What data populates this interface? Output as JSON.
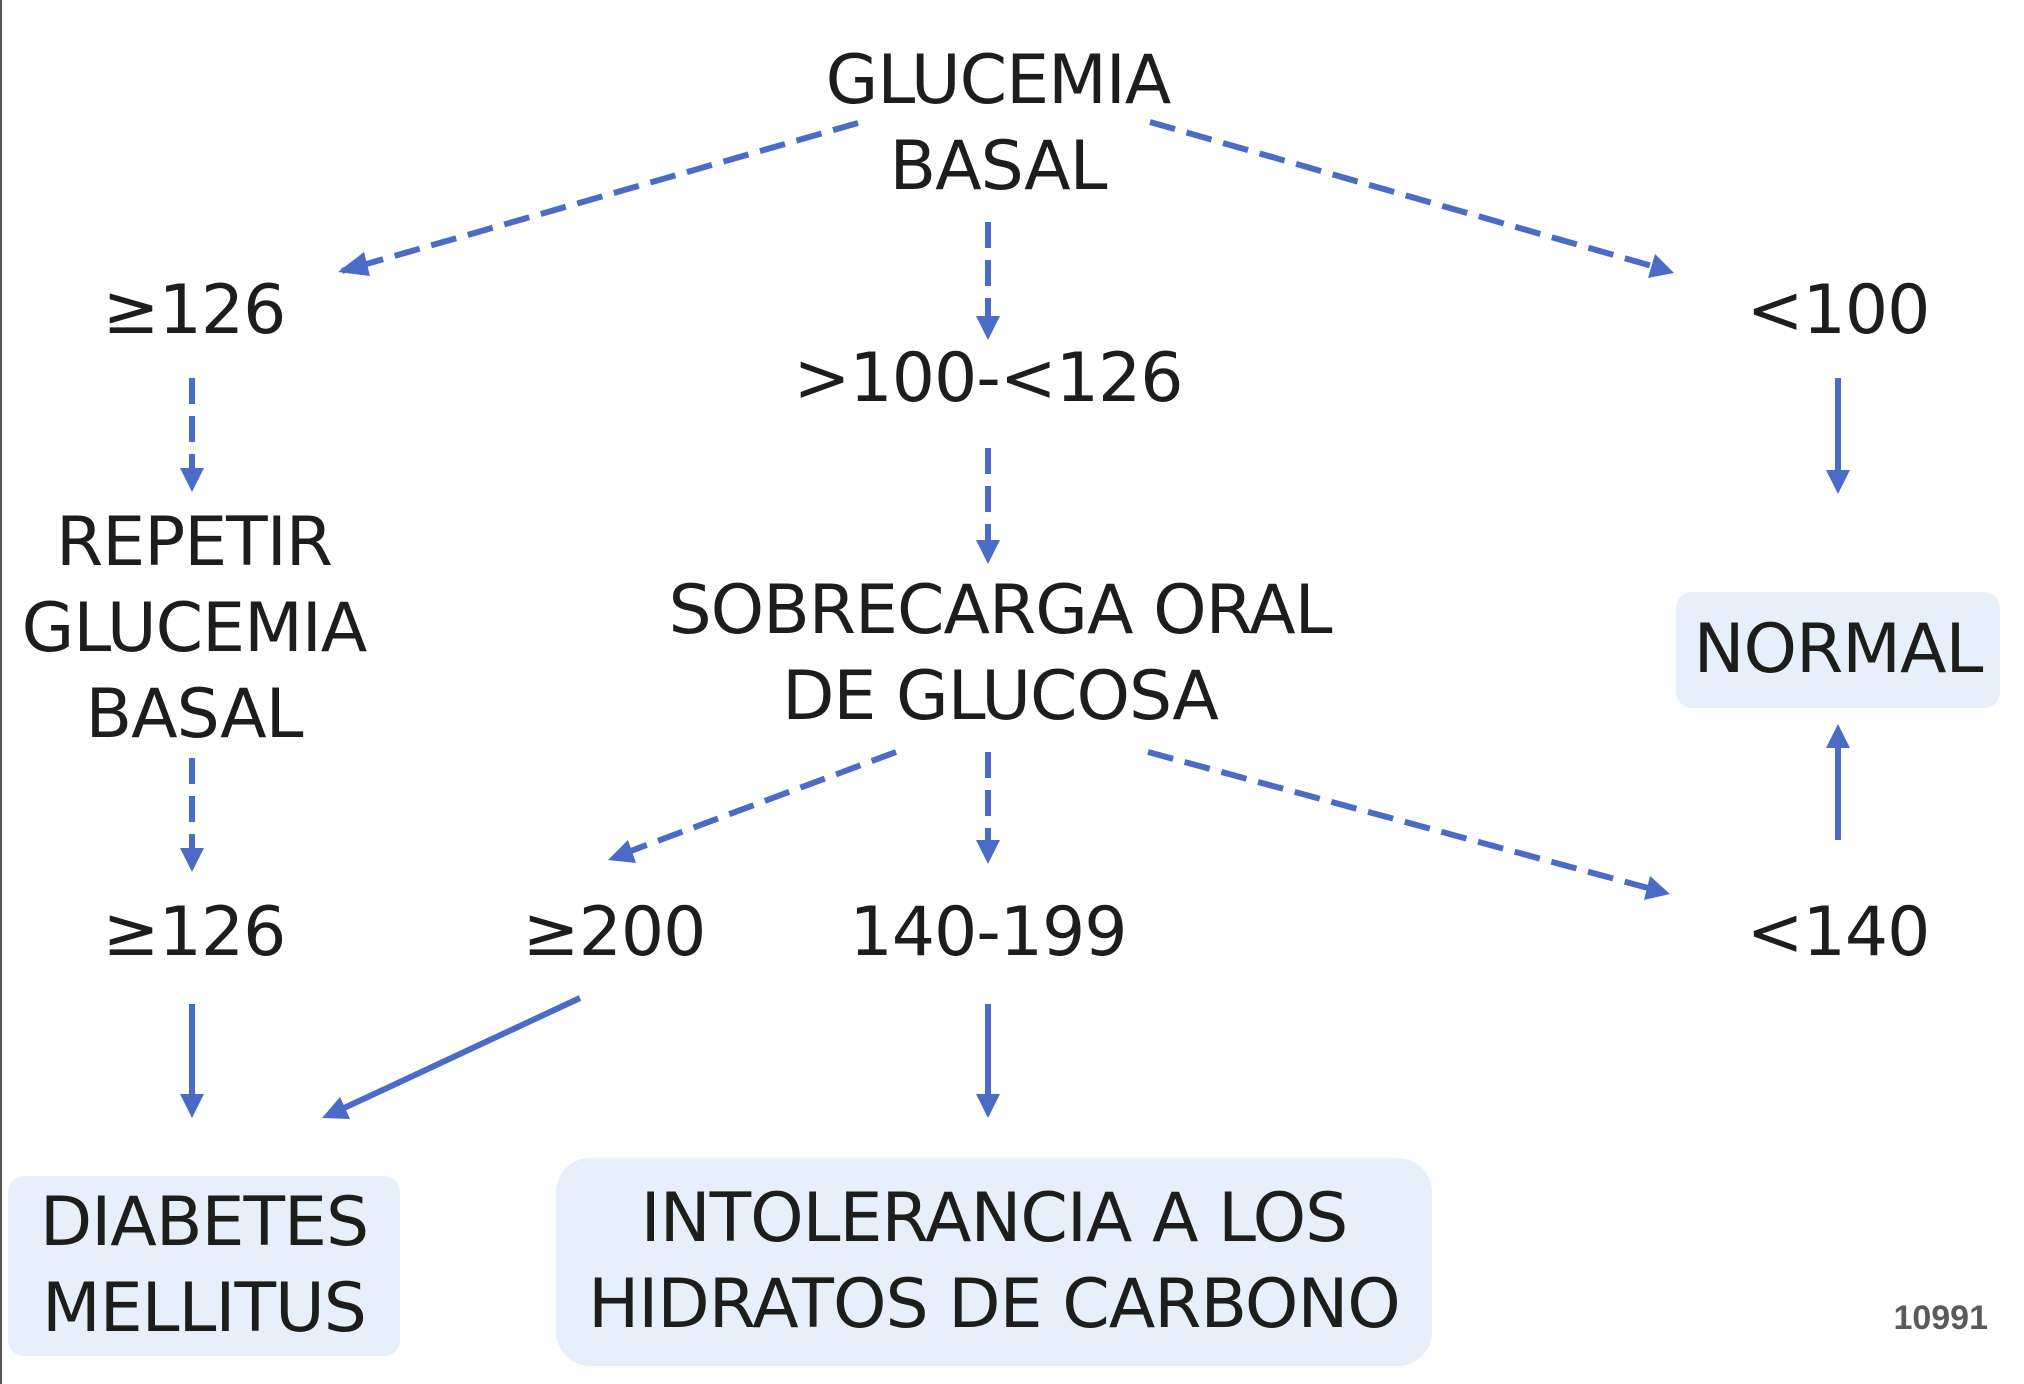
{
  "accent_color": "#4a6cc6",
  "box_color": "#e6effa",
  "nodes": {
    "root": "GLUCEMIA\nBASAL",
    "ge126_top": "≥126",
    "mid_range": ">100-<126",
    "lt100": "<100",
    "repeat": "REPETIR\nGLUCEMIA\nBASAL",
    "ogtt": "SOBRECARGA ORAL\nDE GLUCOSA",
    "normal": "NORMAL",
    "ge126_bottom": "≥126",
    "ge200": "≥200",
    "range_140_199": "140-199",
    "lt140": "<140",
    "diabetes": "DIABETES\nMELLITUS",
    "intolerance": "INTOLERANCIA A LOS\nHIDRATOS DE CARBONO"
  },
  "figure_id": "10991"
}
